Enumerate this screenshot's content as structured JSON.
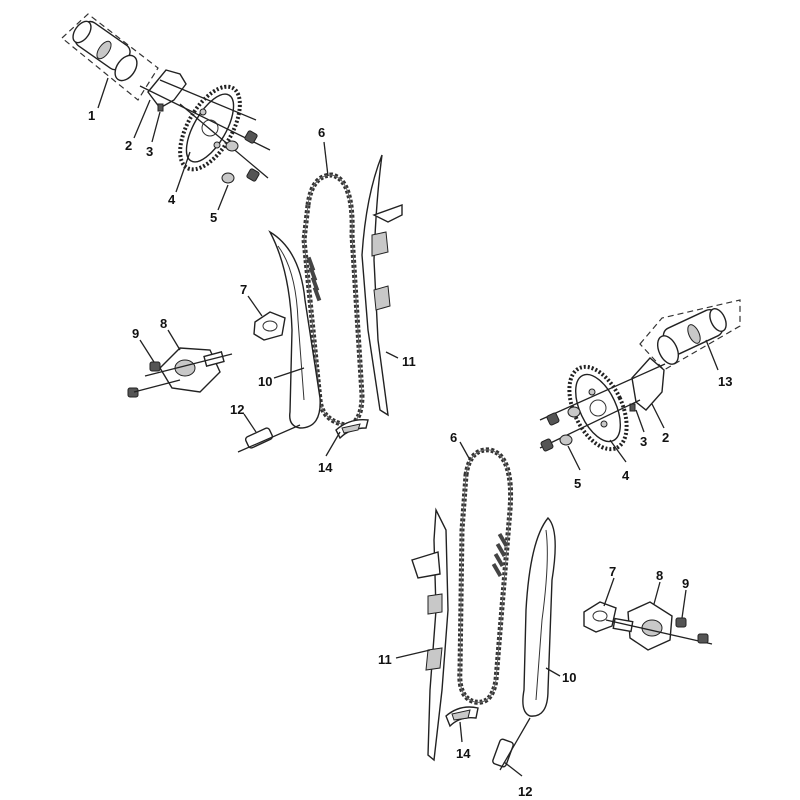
{
  "diagram": {
    "labels": {
      "a1": "1",
      "a2": "2",
      "a3": "3",
      "a4": "4",
      "a5": "5",
      "a6": "6",
      "a7": "7",
      "a8": "8",
      "a9": "9",
      "a10": "10",
      "a11": "11",
      "a12": "12",
      "a13": "13",
      "a14": "14",
      "b2": "2",
      "b3": "3",
      "b4": "4",
      "b5": "5",
      "b6": "6",
      "b7": "7",
      "b8": "8",
      "b9": "9",
      "b10": "10",
      "b11": "11",
      "b12": "12",
      "b14": "14"
    }
  }
}
